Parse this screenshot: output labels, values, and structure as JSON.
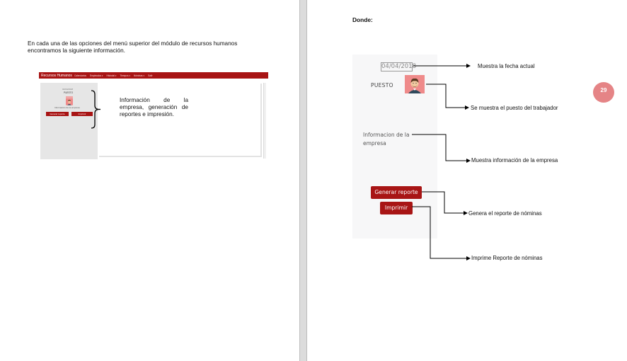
{
  "left_page": {
    "intro_text": "En cada una de las opciones del menú superior del módulo de recursos humanos encontramos la siguiente información.",
    "thumbnail": {
      "brand": "Recursos Humanos",
      "menu": [
        "Calendarios",
        "Empleados ▾",
        "Historial ▾",
        "Tiempos ▾",
        "Nóminas ▾",
        "Salir"
      ],
      "date": "04/04/2018",
      "puesto": "PUESTO",
      "info": "Información de la empresa",
      "btn_generate": "Generar reporte",
      "btn_print": "Imprimir"
    },
    "brace_text": "Información de la empresa, generación de reportes e impresión."
  },
  "right_page": {
    "heading": "Donde:",
    "panel": {
      "date_value": "04/04/2018",
      "puesto_label": "PUESTO",
      "avatar_icon": "person-avatar-icon",
      "info_text": "Informacion de la empresa",
      "btn_generate": "Generar reporte",
      "btn_print": "Imprimir"
    },
    "callouts": {
      "date": "Muestra la fecha actual",
      "puesto": "Se muestra el puesto del trabajador",
      "info": "Muestra información de la empresa",
      "generate": "Genera el reporte de nóminas",
      "print": "Imprime Reporte de nóminas"
    },
    "page_number": "29"
  },
  "colors": {
    "brand_red": "#a81515",
    "avatar_bg": "#ef8a8a",
    "page_badge": "#e58486"
  }
}
